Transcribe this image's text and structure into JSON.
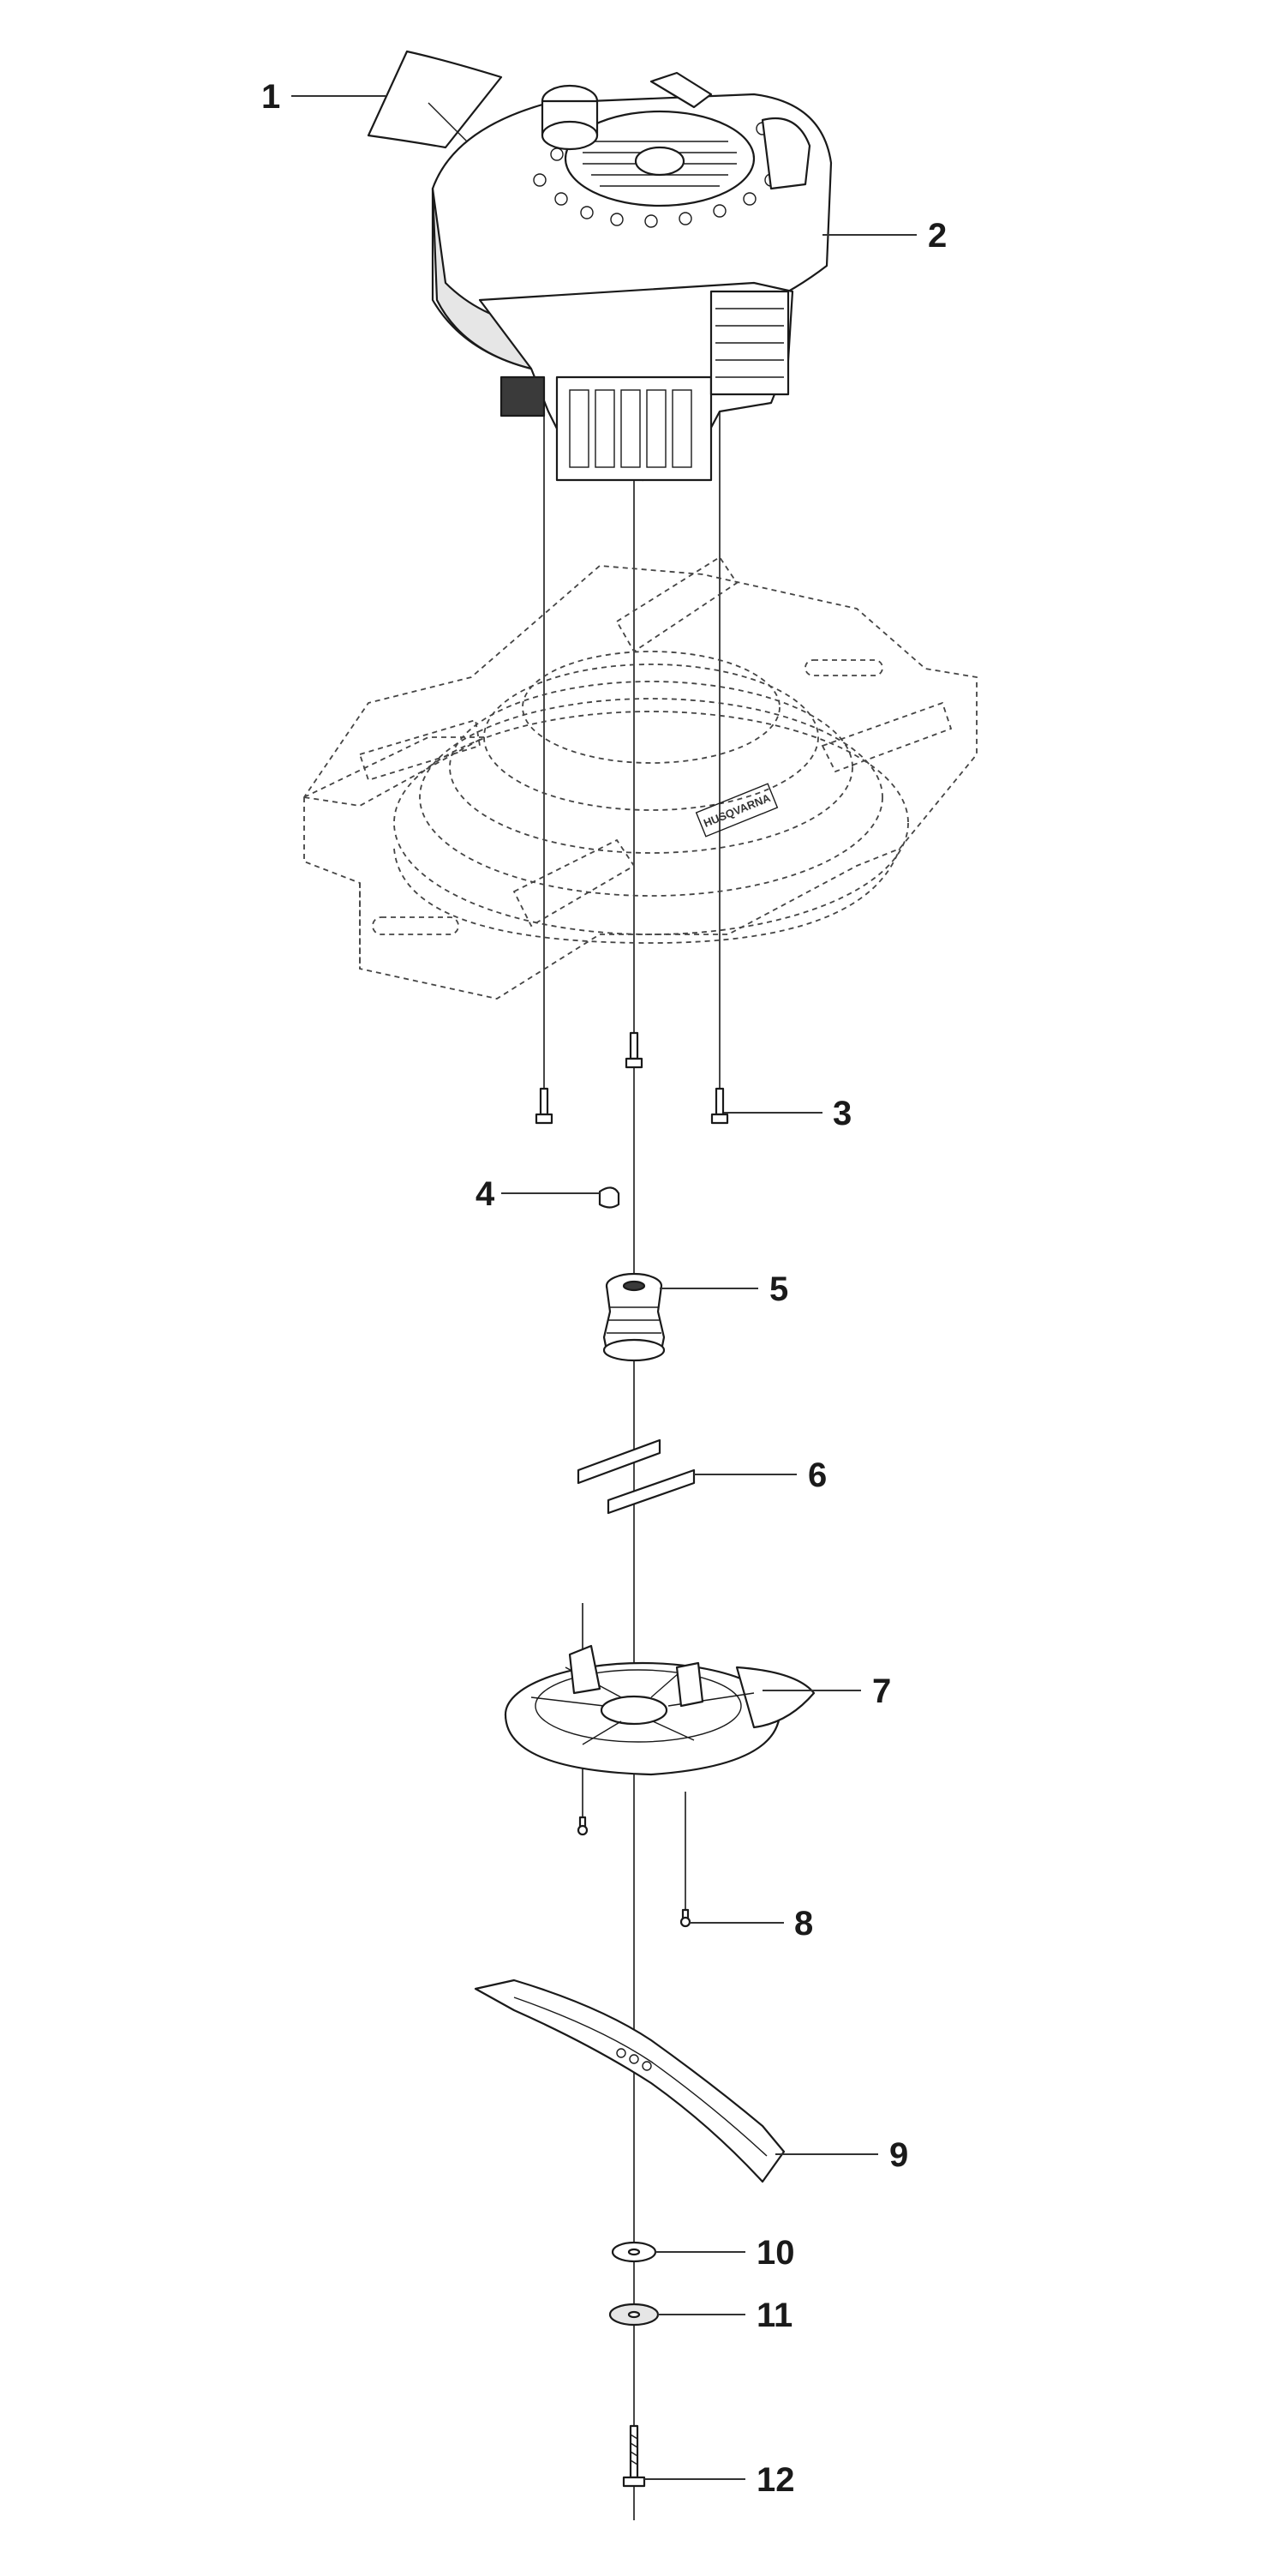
{
  "callouts": [
    {
      "id": "1",
      "label": "1"
    },
    {
      "id": "2",
      "label": "2"
    },
    {
      "id": "3",
      "label": "3"
    },
    {
      "id": "4",
      "label": "4"
    },
    {
      "id": "5",
      "label": "5"
    },
    {
      "id": "6",
      "label": "6"
    },
    {
      "id": "7",
      "label": "7"
    },
    {
      "id": "8",
      "label": "8"
    },
    {
      "id": "9",
      "label": "9"
    },
    {
      "id": "10",
      "label": "10"
    },
    {
      "id": "11",
      "label": "11"
    },
    {
      "id": "12",
      "label": "12"
    }
  ],
  "deck_decal": "HUSQVARNA"
}
